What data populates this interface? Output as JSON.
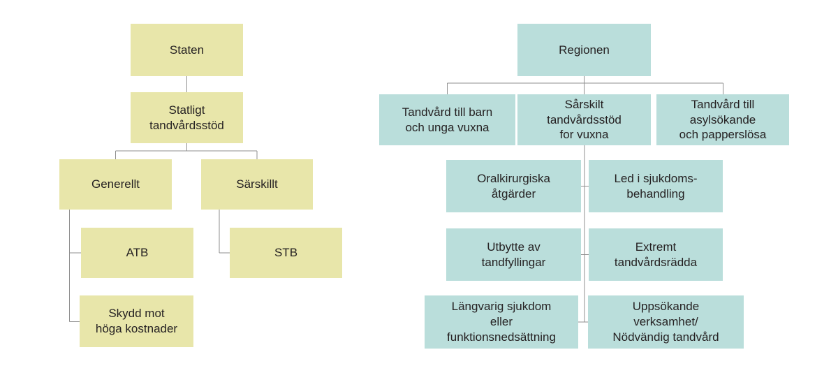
{
  "diagram": {
    "colors": {
      "state_box_fill": "#e8e6aa",
      "region_box_fill": "#badedb",
      "connector_line": "#8f8f8f",
      "text": "#252122",
      "background": "#ffffff"
    },
    "state_tree": {
      "nodes": {
        "staten": "Staten",
        "statligt_tandvardsstod": "Statligt\ntandvårdsstöd",
        "generellt": "Generellt",
        "sarskillt": "Särskillt",
        "atb": "ATB",
        "stb": "STB",
        "skydd_mot_hoga_kostnader": "Skydd mot\nhöga kostnader"
      }
    },
    "region_tree": {
      "nodes": {
        "regionen": "Regionen",
        "tandvard_barn_unga_vuxna": "Tandvård till barn\noch unga vuxna",
        "sarskilt_tandvardsstod_vuxna": "Sårskilt\ntandvårdsstöd\nfor vuxna",
        "tandvard_asylsokande": "Tandvård till\nasylsökande\noch papperslösa",
        "oralkirurgiska_atgarder": "Oralkirurgiska\nåtgärder",
        "led_i_sjukdomsbehandling": "Led i sjukdoms-\nbehandling",
        "utbytte_av_tandfyllingar": "Utbytte av\ntandfyllingar",
        "extremt_tandvardsradda": "Extremt\ntandvårdsrädda",
        "langvarig_sjukdom": "Längvarig sjukdom\neller\nfunktionsnedsättning",
        "uppsokande_verksamhet": "Uppsökande\nverksamhet/\nNödvändig tandvård"
      }
    }
  }
}
